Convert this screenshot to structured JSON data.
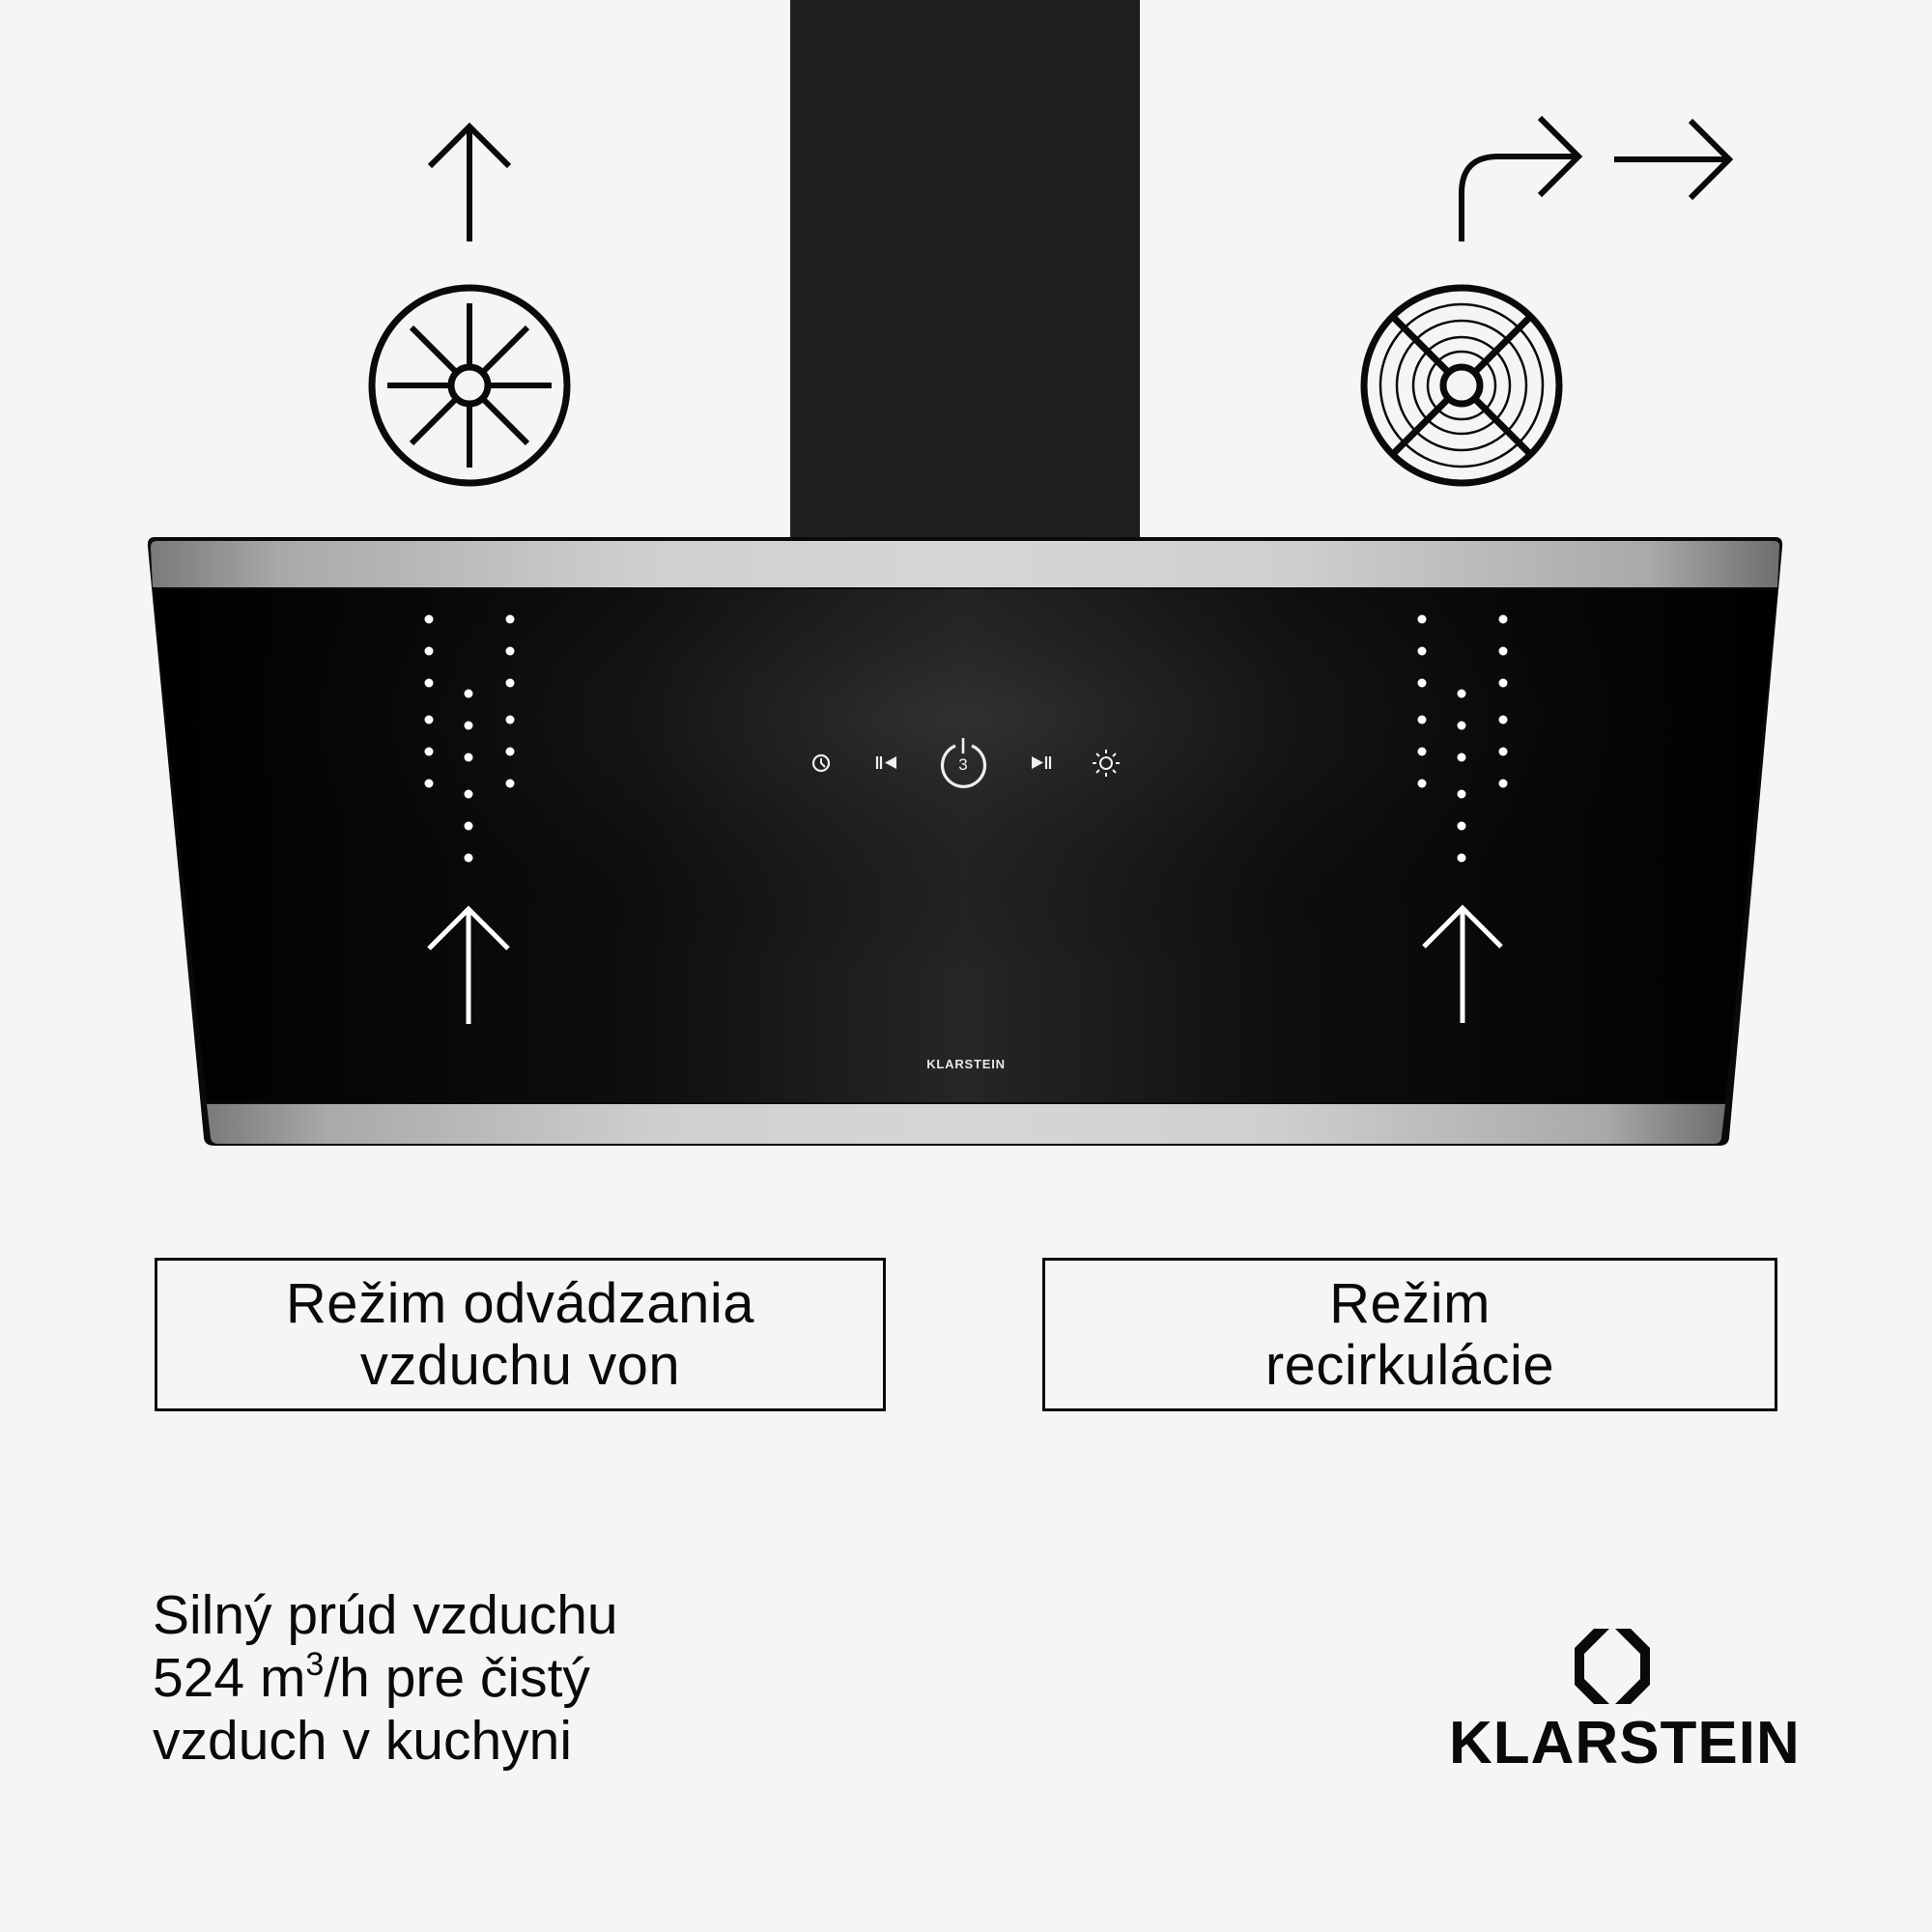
{
  "product": {
    "type": "range-hood",
    "brand_label_on_glass": "KLARSTEIN",
    "controls": [
      {
        "name": "timer",
        "icon": "clock-icon"
      },
      {
        "name": "speed-down",
        "icon": "skip-back-icon"
      },
      {
        "name": "power",
        "icon": "power-icon",
        "display_value": "3"
      },
      {
        "name": "speed-up",
        "icon": "play-pause-icon"
      },
      {
        "name": "light",
        "icon": "sun-icon"
      }
    ],
    "colors": {
      "background": "#f5f5f5",
      "chimney": "#1e1e1e",
      "glass": "#050505",
      "stainless": "#c8c8c8",
      "ink": "#0a0a0a"
    }
  },
  "modes": [
    {
      "id": "exhaust",
      "icon": "fan-exhaust-icon",
      "airflow_icon": "arrow-up-icon",
      "label_lines": [
        "Režim odvádzania",
        "vzduchu von"
      ]
    },
    {
      "id": "recirculation",
      "icon": "fan-filter-icon",
      "airflow_icon": "arrow-bend-right-icon",
      "label_lines": [
        "Režim",
        "recirkulácie"
      ]
    }
  ],
  "tagline": {
    "line1": "Silný prúd vzduchu",
    "line2_pre": "524 m",
    "line2_sup": "3",
    "line2_post": "/h pre čistý",
    "line3": "vzduch v kuchyni"
  },
  "logo": {
    "name": "KLARSTEIN"
  }
}
